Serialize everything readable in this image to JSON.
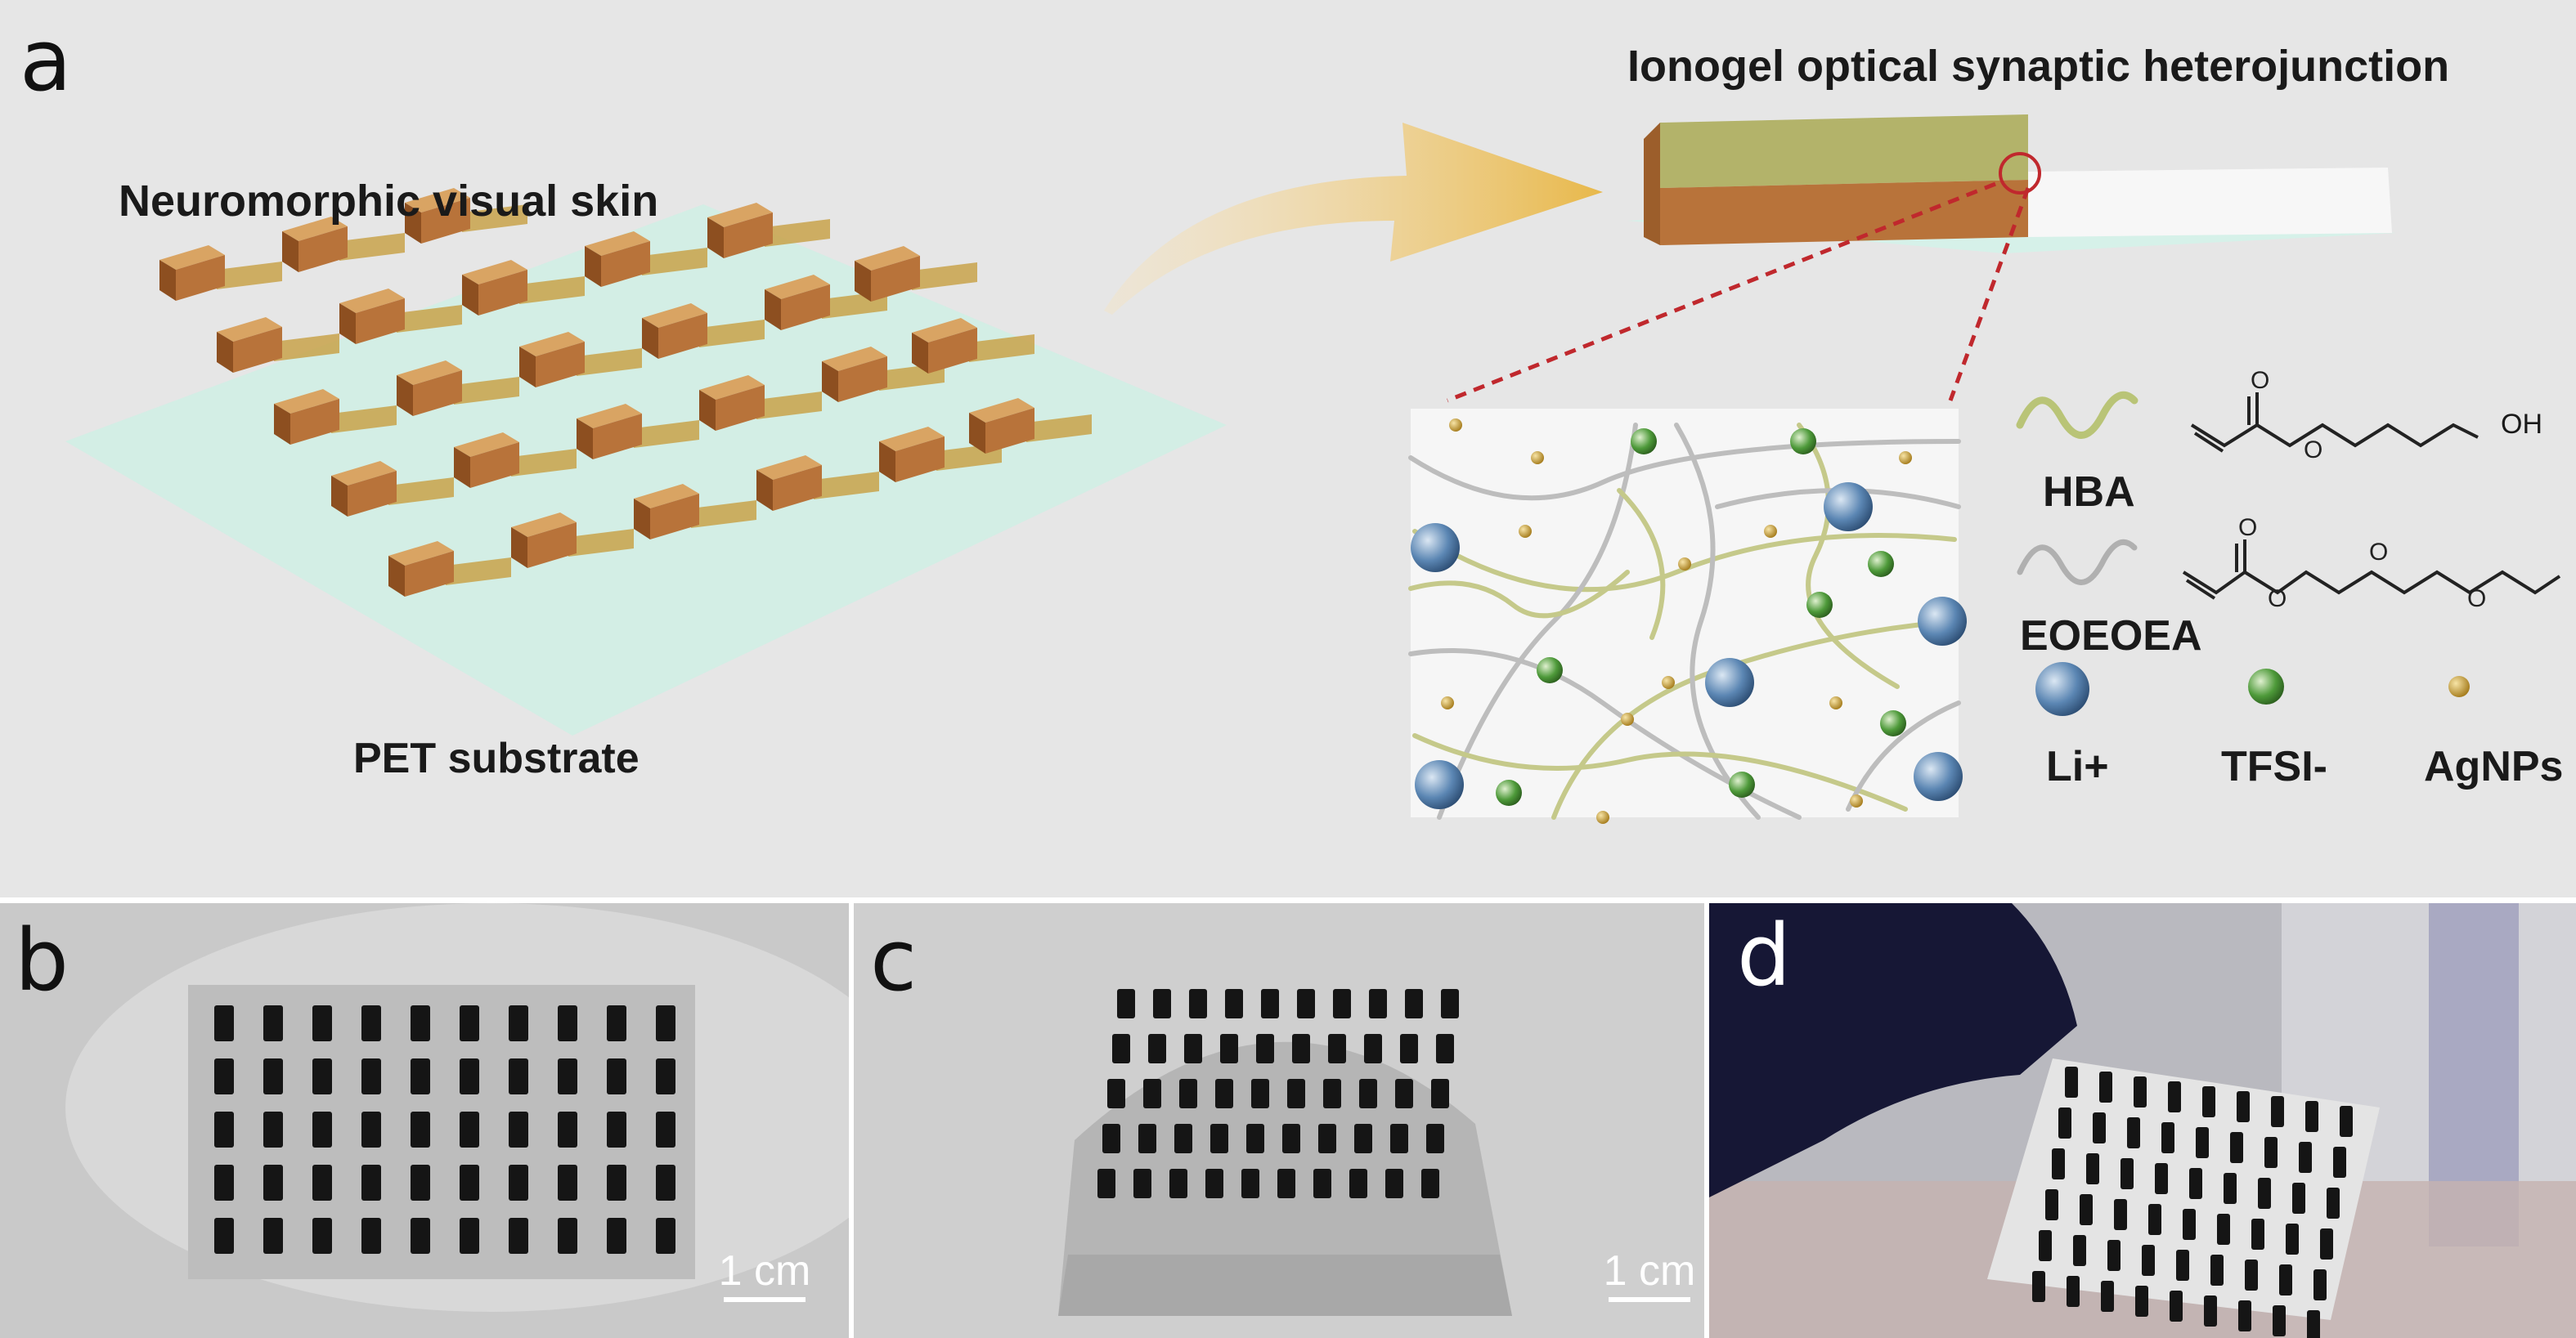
{
  "panels": {
    "a": {
      "letter": "a",
      "title": "Ionogel optical synaptic heterojunction",
      "skin_label": "Neuromorphic visual skin",
      "substrate_label": "PET substrate",
      "legend": {
        "hba": "HBA",
        "eoeoea": "EOEOEA",
        "oh": "OH",
        "li": "Li+",
        "tfsi": "TFSI-",
        "agnps": "AgNPs"
      },
      "colors": {
        "ionogel": "#b8733a",
        "substrate": "#cfeee4",
        "li": "#5b86b3",
        "tfsi": "#4e9a3a",
        "agnp": "#c79a2c",
        "hba_chain": "#b9c477"
      }
    },
    "b": {
      "letter": "b",
      "scale_bar": "1 cm"
    },
    "c": {
      "letter": "c",
      "scale_bar": "1 cm"
    },
    "d": {
      "letter": "d"
    }
  }
}
